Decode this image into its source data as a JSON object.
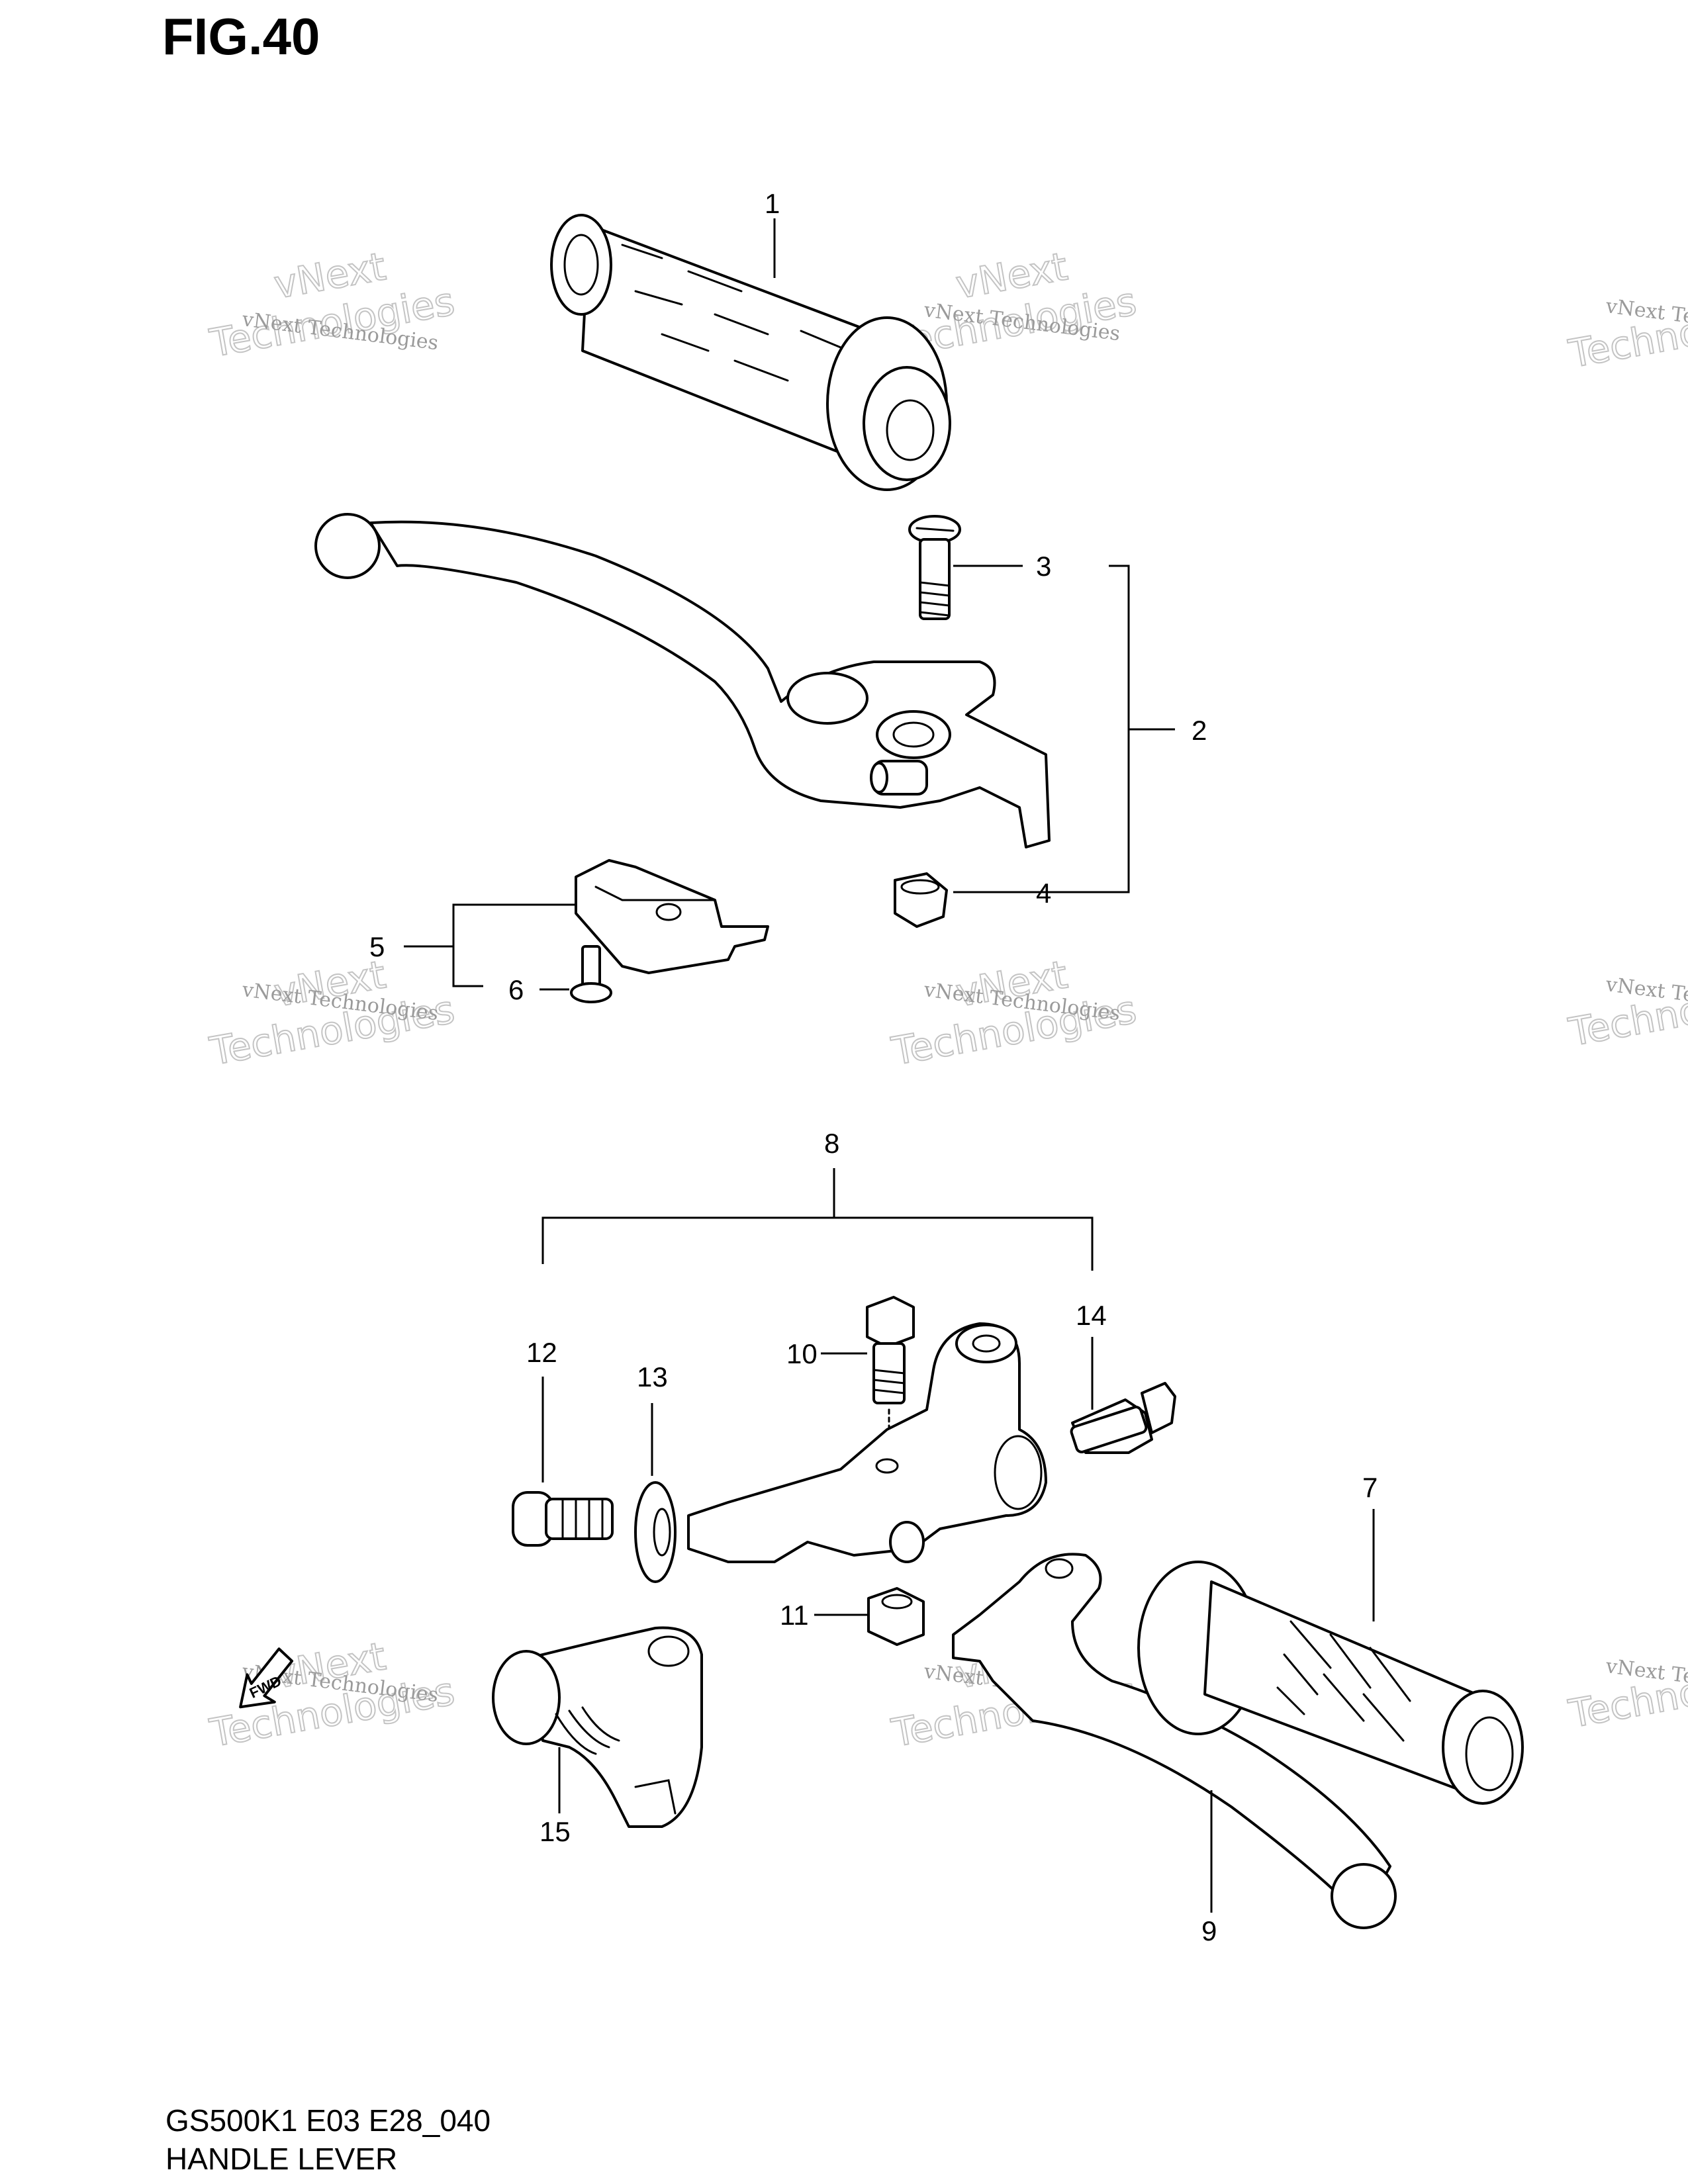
{
  "figure": {
    "title": "FIG.40"
  },
  "footer": {
    "code": "GS500K1 E03 E28_040",
    "name": "HANDLE LEVER"
  },
  "callouts": {
    "c1": "1",
    "c2": "2",
    "c3": "3",
    "c4": "4",
    "c5": "5",
    "c6": "6",
    "c7": "7",
    "c8": "8",
    "c9": "9",
    "c10": "10",
    "c11": "11",
    "c12": "12",
    "c13": "13",
    "c14": "14",
    "c15": "15"
  },
  "watermark": {
    "line1": "vNext Technologies",
    "line2": "Technologies",
    "line3": "vNext"
  },
  "arrow": {
    "label": "FWD"
  }
}
